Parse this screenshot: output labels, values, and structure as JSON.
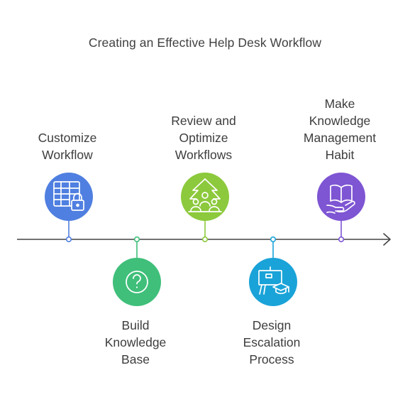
{
  "title": "Creating an Effective Help Desk Workflow",
  "colors": {
    "timeline": "#444444",
    "step1": "#4f7fe0",
    "step2": "#3fbf7a",
    "step3": "#8cc93c",
    "step4": "#1aa3d8",
    "step5": "#7e55d3"
  },
  "steps": [
    {
      "label": "Customize\nWorkflow",
      "position": "above",
      "icon": "table-lock-icon"
    },
    {
      "label": "Build\nKnowledge\nBase",
      "position": "below",
      "icon": "question-circle-icon"
    },
    {
      "label": "Review and\nOptimize\nWorkflows",
      "position": "above",
      "icon": "team-growth-icon"
    },
    {
      "label": "Design\nEscalation\nProcess",
      "position": "below",
      "icon": "presentation-graduation-icon"
    },
    {
      "label": "Make\nKnowledge\nManagement\nHabit",
      "position": "above",
      "icon": "book-hand-icon"
    }
  ]
}
